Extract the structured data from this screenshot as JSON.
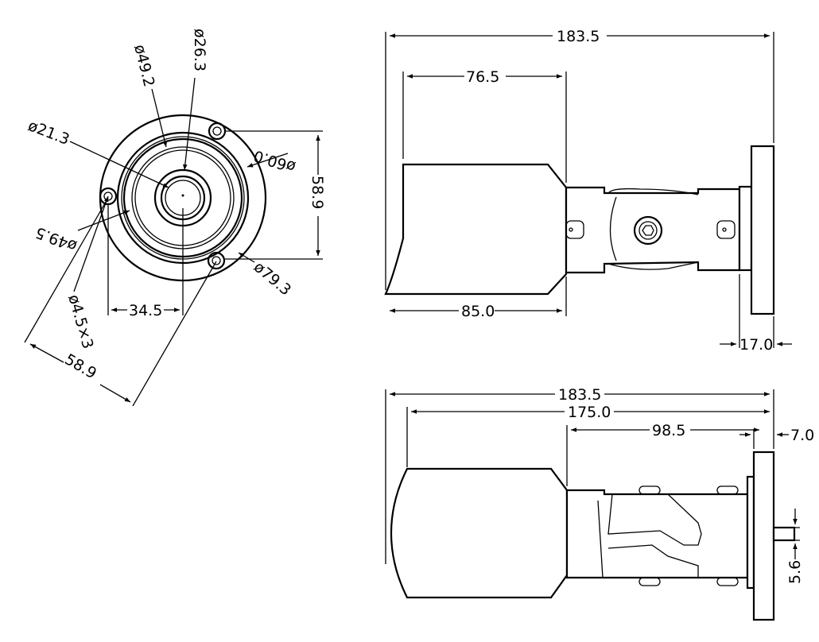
{
  "front_view": {
    "d_lens": "ø21.3",
    "d_lens_ring": "ø26.3",
    "d_inner": "ø49.2",
    "d_ring": "ø49.5",
    "d_face": "ø60.0",
    "d_base": "ø79.3",
    "holes": "ø4.5×3",
    "hole_height": "58.9",
    "hole_chord": "58.9",
    "offset": "34.5"
  },
  "side_view": {
    "overall_length": "183.5",
    "housing_top": "76.5",
    "housing_bottom": "85.0",
    "base_thickness": "17.0"
  },
  "top_view": {
    "overall_length": "183.5",
    "length_to_base": "175.0",
    "bracket_length": "98.5",
    "plate_thickness": "7.0",
    "stub_height": "5.6"
  }
}
